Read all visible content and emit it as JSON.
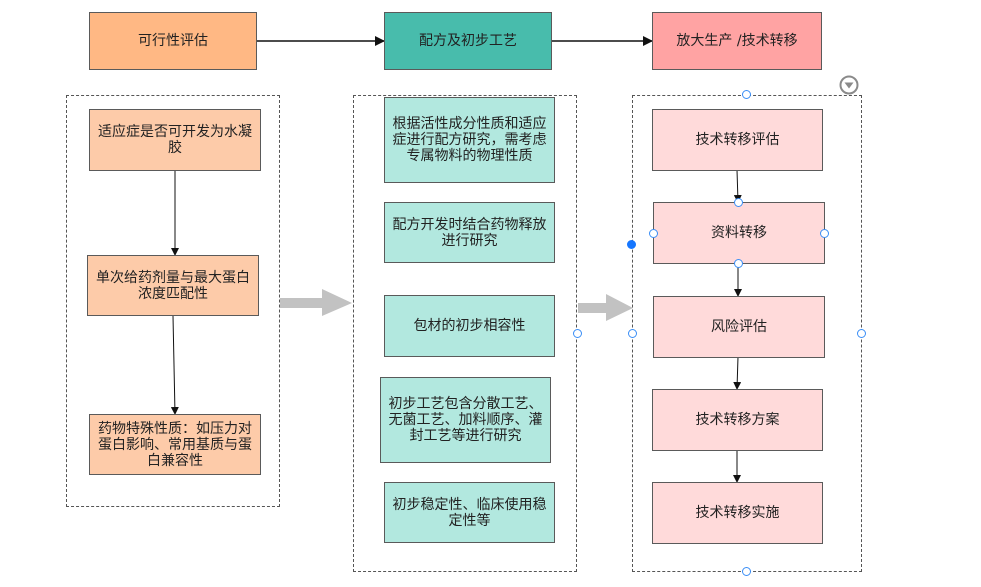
{
  "stages": [
    {
      "label": "可行性评估",
      "color": "#ffb884"
    },
    {
      "label": "配方及初步工艺",
      "color": "#48bcac"
    },
    {
      "label": "放大生产 /技术转移",
      "color": "#ffa3a3"
    }
  ],
  "groups": {
    "feasibility": {
      "items": [
        "适应症是否可开发为水凝胶",
        "单次给药剂量与最大蛋白浓度匹配性",
        "药物特殊性质：如压力对蛋白影响、常用基质与蛋白兼容性"
      ]
    },
    "formulation": {
      "items": [
        "根据活性成分性质和适应症进行配方研究，需考虑专属物料的物理性质",
        "配方开发时结合药物释放进行研究",
        "包材的初步相容性",
        "初步工艺包含分散工艺、无菌工艺、加料顺序、灌封工艺等进行研究",
        "初步稳定性、临床使用稳定性等"
      ]
    },
    "transfer": {
      "items": [
        "技术转移评估",
        "资料转移",
        "风险评估",
        "技术转移方案",
        "技术转移实施"
      ]
    }
  },
  "icons": {
    "collapse": "collapse-toggle-icon",
    "flow_arrow": "block-arrow-right-icon"
  }
}
